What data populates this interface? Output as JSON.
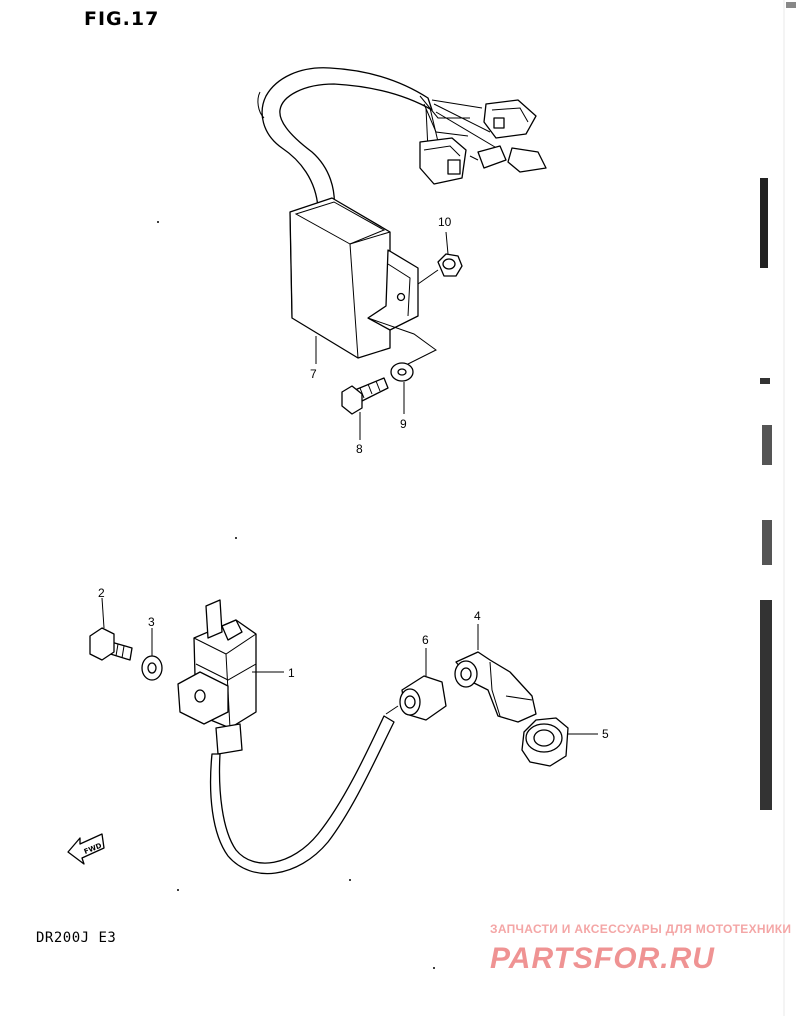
{
  "figure": {
    "title": "FIG.17"
  },
  "model": {
    "code": "DR200J  E3"
  },
  "callouts": {
    "p1": "1",
    "p2": "2",
    "p3": "3",
    "p4": "4",
    "p5": "5",
    "p6": "6",
    "p7": "7",
    "p8": "8",
    "p9": "9",
    "p10": "10"
  },
  "fwd_label": "FWD",
  "watermark": {
    "tagline": "ЗАПЧАСТИ И АКСЕССУАРЫ ДЛЯ МОТОТЕХНИКИ",
    "logo": "PARTSFOR.RU"
  },
  "colors": {
    "ink": "#000000",
    "paper": "#ffffff",
    "watermark": "#e23b3b"
  }
}
